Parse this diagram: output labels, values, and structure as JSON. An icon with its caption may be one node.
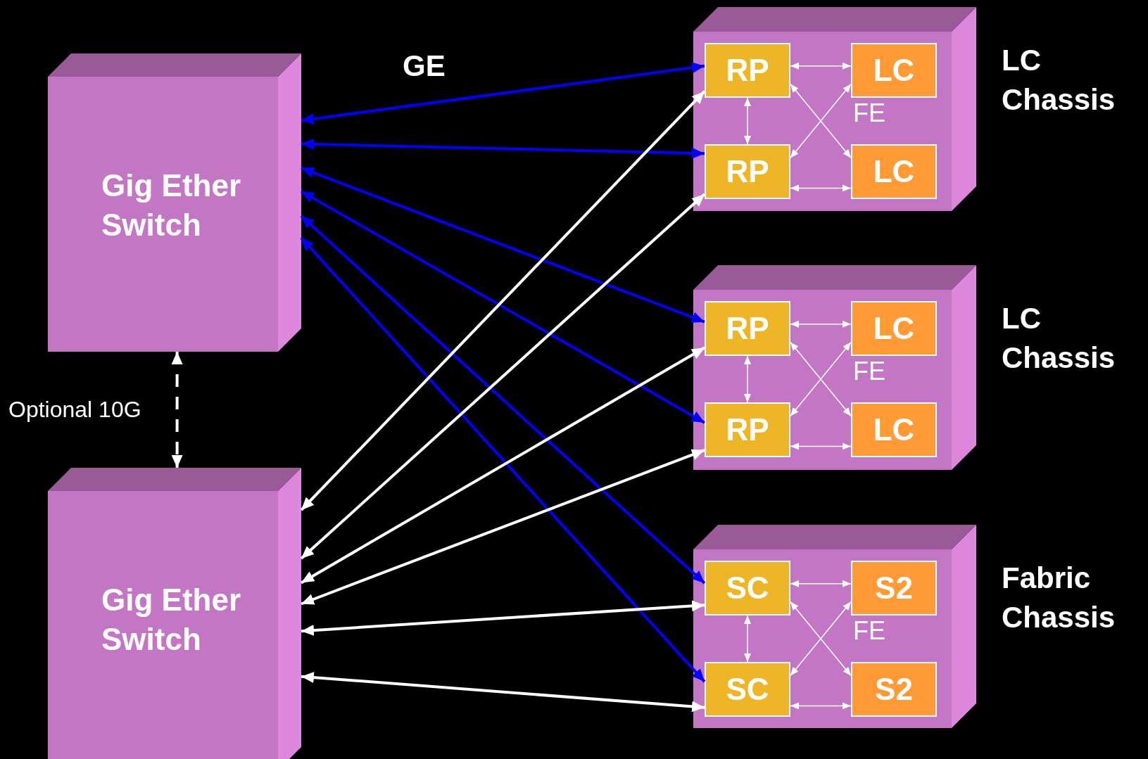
{
  "diagram": {
    "nodes": [
      {
        "text": [
          "Gig Ether Switch"
        ]
      },
      {
        "text": [
          "Gig Ether Switch"
        ]
      },
      {
        "text": [
          "LC Chassis"
        ]
      },
      {
        "text": [
          "RP"
        ],
        "in": 2
      },
      {
        "text": [
          "LC"
        ],
        "in": 2
      },
      {
        "text": [
          "RP"
        ],
        "in": 2
      },
      {
        "text": [
          "LC"
        ],
        "in": 2
      },
      {
        "text": [
          "LC Chassis"
        ]
      },
      {
        "text": [
          "RP"
        ],
        "in": 7
      },
      {
        "text": [
          "LC"
        ],
        "in": 7
      },
      {
        "text": [
          "RP"
        ],
        "in": 7
      },
      {
        "text": [
          "LC"
        ],
        "in": 7
      },
      {
        "text": [
          "Fabric Chassis"
        ]
      },
      {
        "text": [
          "SC"
        ],
        "in": 12
      },
      {
        "text": [
          "S2"
        ],
        "in": 12
      },
      {
        "text": [
          "SC"
        ],
        "in": 12
      },
      {
        "text": [
          "S2"
        ],
        "in": 12
      }
    ],
    "edges": [
      {
        "from": 0,
        "to": 3,
        "arrow": "both",
        "style": "thick",
        "color": "#0000ff"
      },
      {
        "from": 0,
        "to": 5,
        "arrow": "both",
        "style": "thick",
        "color": "#0000ff"
      },
      {
        "from": 0,
        "to": 8,
        "arrow": "both",
        "style": "thick",
        "color": "#0000ff"
      },
      {
        "from": 0,
        "to": 10,
        "arrow": "both",
        "style": "thick",
        "color": "#0000ff"
      },
      {
        "from": 0,
        "to": 13,
        "arrow": "both",
        "style": "thick",
        "color": "#0000ff"
      },
      {
        "from": 0,
        "to": 15,
        "arrow": "both",
        "style": "thick",
        "color": "#0000ff"
      },
      {
        "from": 1,
        "to": 3,
        "arrow": "both",
        "style": "thick"
      },
      {
        "from": 1,
        "to": 5,
        "arrow": "both",
        "style": "thick"
      },
      {
        "from": 1,
        "to": 8,
        "arrow": "both",
        "style": "thick"
      },
      {
        "from": 1,
        "to": 10,
        "arrow": "both",
        "style": "thick"
      },
      {
        "from": 1,
        "to": 13,
        "arrow": "both",
        "style": "thick"
      },
      {
        "from": 1,
        "to": 15,
        "arrow": "both",
        "style": "thick"
      },
      {
        "from": 0,
        "to": 1,
        "arrow": "both",
        "style": "dashed",
        "label": "Optional 10G"
      },
      {
        "from": 3,
        "to": 4,
        "arrow": "both"
      },
      {
        "from": 3,
        "to": 5,
        "arrow": "both"
      },
      {
        "from": 3,
        "to": 6,
        "arrow": "both"
      },
      {
        "from": 5,
        "to": 4,
        "arrow": "both"
      },
      {
        "from": 5,
        "to": 6,
        "arrow": "both"
      },
      {
        "from": 8,
        "to": 9,
        "arrow": "both"
      },
      {
        "from": 8,
        "to": 10,
        "arrow": "both"
      },
      {
        "from": 8,
        "to": 11,
        "arrow": "both"
      },
      {
        "from": 10,
        "to": 9,
        "arrow": "both"
      },
      {
        "from": 10,
        "to": 11,
        "arrow": "both"
      },
      {
        "from": 13,
        "to": 14,
        "arrow": "both"
      },
      {
        "from": 13,
        "to": 15,
        "arrow": "both"
      },
      {
        "from": 13,
        "to": 16,
        "arrow": "both"
      },
      {
        "from": 15,
        "to": 14,
        "arrow": "both"
      },
      {
        "from": 15,
        "to": 16,
        "arrow": "both"
      }
    ],
    "labels": [
      "GE",
      "FE",
      "FE",
      "FE"
    ]
  }
}
